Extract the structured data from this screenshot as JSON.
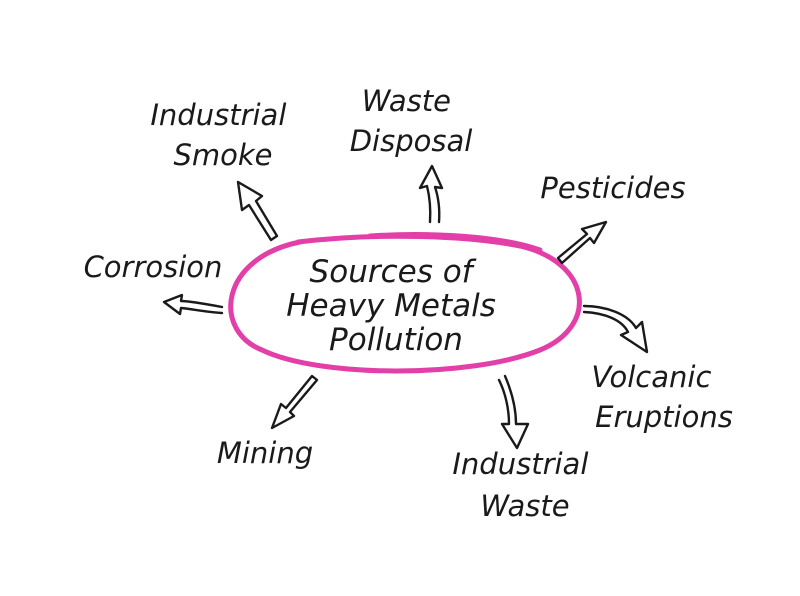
{
  "colors": {
    "accent": "#e23fa8",
    "ink": "#1a1a1a",
    "background": "#ffffff"
  },
  "center": {
    "lines": [
      "Sources of",
      "Heavy Metals",
      "Pollution"
    ]
  },
  "sources": [
    {
      "id": "industrial-smoke",
      "lines": [
        "Industrial",
        "Smoke"
      ]
    },
    {
      "id": "waste-disposal",
      "lines": [
        "Waste",
        "Disposal"
      ]
    },
    {
      "id": "pesticides",
      "lines": [
        "Pesticides"
      ]
    },
    {
      "id": "corrosion",
      "lines": [
        "Corrosion"
      ]
    },
    {
      "id": "volcanic-eruptions",
      "lines": [
        "Volcanic",
        "Eruptions"
      ]
    },
    {
      "id": "mining",
      "lines": [
        "Mining"
      ]
    },
    {
      "id": "industrial-waste",
      "lines": [
        "Industrial",
        "Waste"
      ]
    }
  ]
}
